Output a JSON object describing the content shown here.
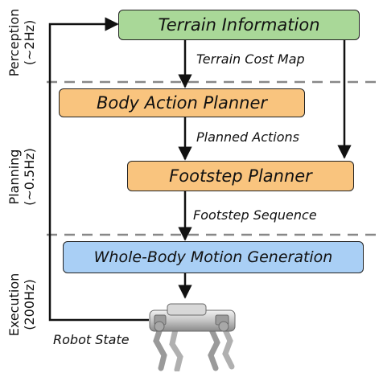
{
  "boxes": {
    "terrain": "Terrain Information",
    "body_action": "Body Action Planner",
    "footstep": "Footstep Planner",
    "motion": "Whole-Body Motion Generation"
  },
  "edge_labels": {
    "cost_map": "Terrain Cost Map",
    "planned_actions": "Planned Actions",
    "footstep_sequence": "Footstep Sequence",
    "robot_state": "Robot State"
  },
  "sections": [
    {
      "name": "Perception",
      "rate": "(~2Hz)"
    },
    {
      "name": "Planning",
      "rate": "(~0.5Hz)"
    },
    {
      "name": "Execution",
      "rate": "(200Hz)"
    }
  ],
  "colors": {
    "perception": "#a9d898",
    "planning": "#f9c47e",
    "execution": "#a9cff5"
  },
  "robot_image": "quadruped-robot"
}
